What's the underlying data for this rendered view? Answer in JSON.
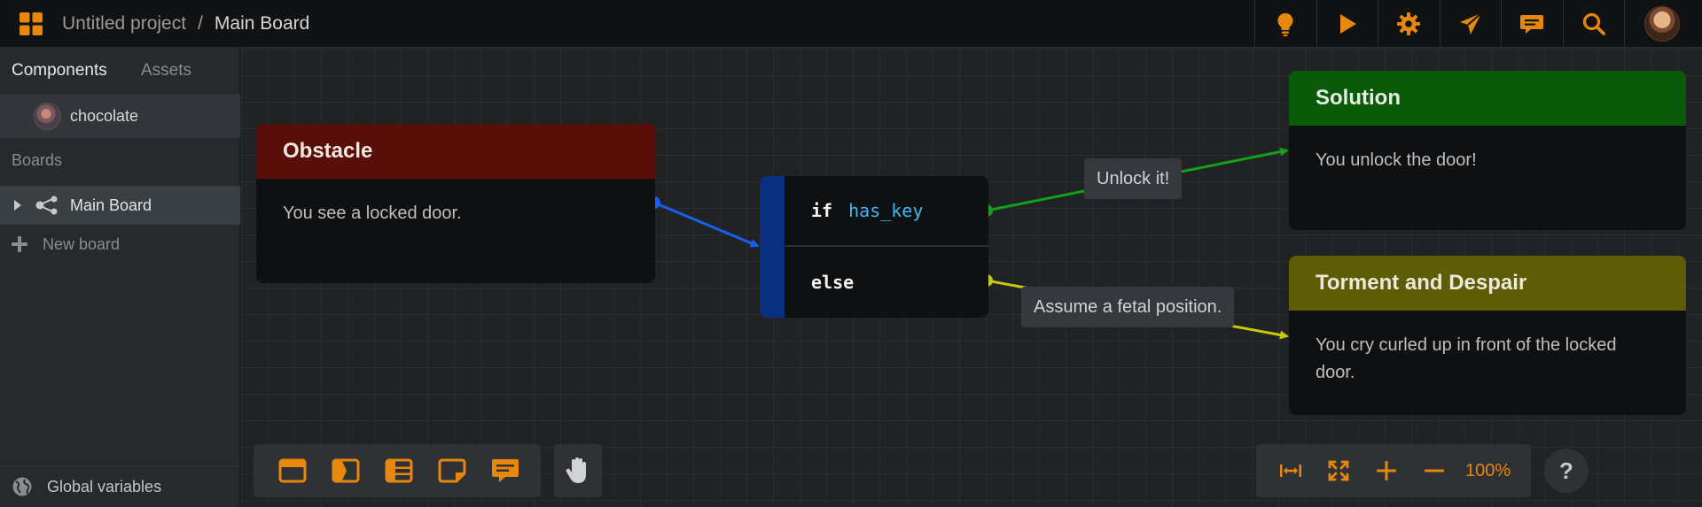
{
  "colors": {
    "accent": "#e8870e",
    "obstacle_header": "#5a0e0a",
    "solution_header": "#0b5a0a",
    "torment_header": "#5e5c07",
    "branch_stripe": "#0a2e80",
    "edge_blue": "#1660f0",
    "edge_green": "#15a01a",
    "edge_yellow": "#c8c80e"
  },
  "topbar": {
    "project_name": "Untitled project",
    "separator": "/",
    "board_name": "Main Board",
    "actions": [
      "lightbulb-icon",
      "play-icon",
      "gear-icon",
      "send-icon",
      "comment-icon",
      "search-icon"
    ]
  },
  "sidebar": {
    "tabs": [
      "Components",
      "Assets"
    ],
    "component": {
      "label": "chocolate"
    },
    "boards_label": "Boards",
    "board_item": {
      "label": "Main Board"
    },
    "new_board_label": "New board",
    "footer_label": "Global variables"
  },
  "canvas": {
    "nodes": {
      "obstacle": {
        "title": "Obstacle",
        "text": "You see a locked door."
      },
      "solution": {
        "title": "Solution",
        "text": "You unlock the door!"
      },
      "torment": {
        "title": "Torment and Despair",
        "text": "You cry curled up in front of the locked door."
      }
    },
    "branch": {
      "if_keyword": "if",
      "variable": "has_key",
      "else_keyword": "else"
    },
    "edge_labels": {
      "unlock": "Unlock it!",
      "fetal": "Assume a fetal position."
    }
  },
  "toolbar": {
    "tools": [
      "text-node-icon",
      "conditional-node-icon",
      "list-node-icon",
      "note-node-icon",
      "comment-node-icon"
    ],
    "hand_tool": "hand-icon",
    "zoom_level": "100%",
    "help": "?"
  }
}
